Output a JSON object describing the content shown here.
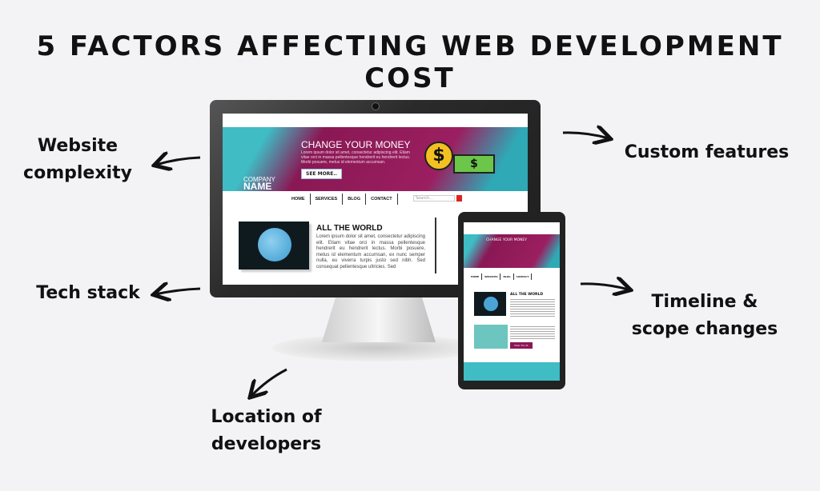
{
  "title": "5 FACTORS AFFECTING WEB DEVELOPMENT COST",
  "factors": [
    {
      "line1": "Website",
      "line2": "complexity"
    },
    {
      "line1": "Custom features"
    },
    {
      "line1": "Tech stack"
    },
    {
      "line1": "Timeline &",
      "line2": "scope changes"
    },
    {
      "line1": "Location of",
      "line2": "developers"
    }
  ],
  "illustration": {
    "banner_title": "CHANGE YOUR MONEY",
    "banner_text": "Lorem ipsum dolor sit amet, consectetur adipiscing elit. Etiam vitae orci in massa pellentesque hendrerit eu hendrerit lectus. Morbi posuere, metus id elementum accumsan.",
    "see_more": "SEE MORE..",
    "company": "COMPANY",
    "company_name": "NAME",
    "nav": [
      "HOME",
      "SERVICES",
      "BLOG",
      "CONTACT"
    ],
    "search_placeholder": "Search...",
    "section_title": "ALL THE WORLD",
    "section_text": "Lorem ipsum dolor sit amet, consectetur adipiscing elit. Etiam vitae orci in massa pellentesque hendrerit eu hendrerit lectus. Morbi posuere, metus id elementum accumsan, ex nunc semper nulla, eu viverra turpis justo sed nibh. Sed consequat pellentesque ultricies. Sed",
    "talk_button": "TALK TO US",
    "dollar": "$"
  },
  "colors": {
    "magenta": "#8a1855",
    "teal": "#3fbcc4",
    "background": "#f3f3f5"
  }
}
